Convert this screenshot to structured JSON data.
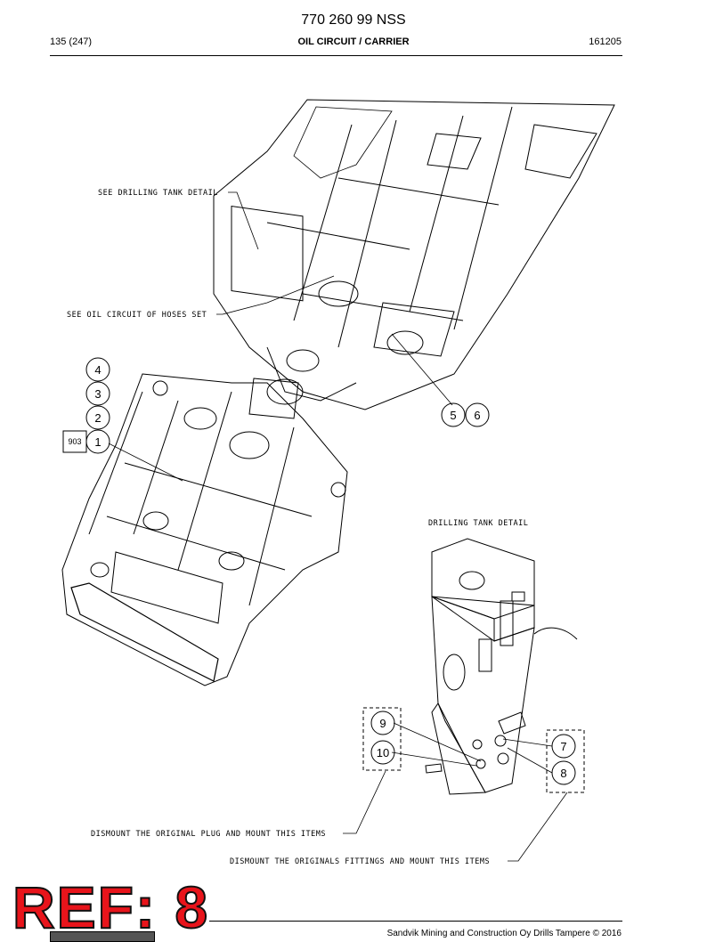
{
  "header": {
    "doc_number": "770 260 99 NSS",
    "page": "135 (247)",
    "section_title": "OIL CIRCUIT / CARRIER",
    "date_code": "161205"
  },
  "notes": {
    "drilling_tank_detail": "SEE DRILLING TANK DETAIL",
    "oil_circuit_hoses": "SEE OIL CIRCUIT OF HOSES SET",
    "tank_detail_title": "DRILLING TANK DETAIL",
    "dismount_plug": "DISMOUNT THE ORIGINAL PLUG AND MOUNT THIS ITEMS",
    "dismount_fittings": "DISMOUNT THE ORIGINALS FITTINGS AND MOUNT THIS ITEMS"
  },
  "balloons": [
    "1",
    "2",
    "3",
    "4",
    "5",
    "6",
    "7",
    "8",
    "9",
    "10"
  ],
  "box_label": "903",
  "ref_stamp": "REF: 8",
  "footer": {
    "text": "Sandvik Mining and Construction Oy Drills Tampere © 2016"
  },
  "colors": {
    "ref_stamp": "#e8141b",
    "line": "#000000"
  }
}
